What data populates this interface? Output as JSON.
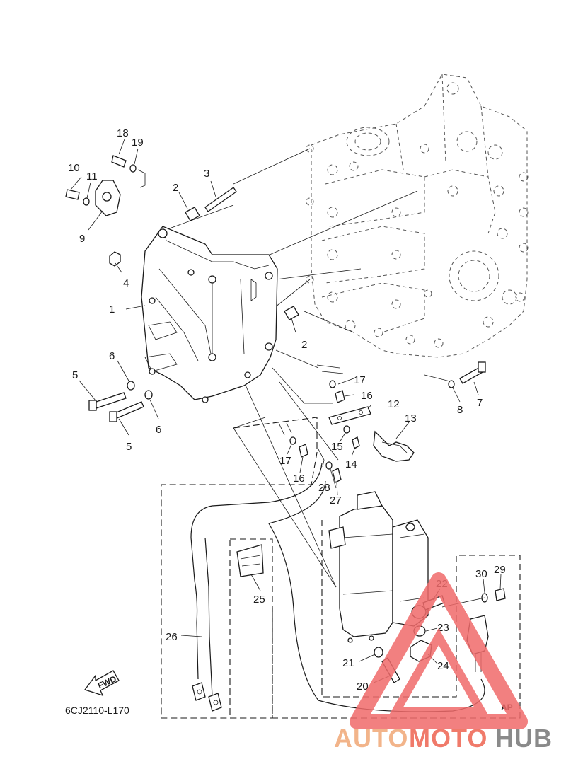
{
  "diagram": {
    "code": "6CJ2110-L170",
    "area_mark": "AP",
    "direction_label": "FWD"
  },
  "callouts": [
    {
      "id": "c1",
      "text": "1"
    },
    {
      "id": "c2a",
      "text": "2"
    },
    {
      "id": "c2b",
      "text": "2"
    },
    {
      "id": "c3",
      "text": "3"
    },
    {
      "id": "c4",
      "text": "4"
    },
    {
      "id": "c5a",
      "text": "5"
    },
    {
      "id": "c5b",
      "text": "5"
    },
    {
      "id": "c6a",
      "text": "6"
    },
    {
      "id": "c6b",
      "text": "6"
    },
    {
      "id": "c7",
      "text": "7"
    },
    {
      "id": "c8",
      "text": "8"
    },
    {
      "id": "c9",
      "text": "9"
    },
    {
      "id": "c10",
      "text": "10"
    },
    {
      "id": "c11",
      "text": "11"
    },
    {
      "id": "c12",
      "text": "12"
    },
    {
      "id": "c13",
      "text": "13"
    },
    {
      "id": "c14",
      "text": "14"
    },
    {
      "id": "c15",
      "text": "15"
    },
    {
      "id": "c16a",
      "text": "16"
    },
    {
      "id": "c16b",
      "text": "16"
    },
    {
      "id": "c17a",
      "text": "17"
    },
    {
      "id": "c17b",
      "text": "17"
    },
    {
      "id": "c18",
      "text": "18"
    },
    {
      "id": "c19",
      "text": "19"
    },
    {
      "id": "c20",
      "text": "20"
    },
    {
      "id": "c21",
      "text": "21"
    },
    {
      "id": "c22",
      "text": "22"
    },
    {
      "id": "c23",
      "text": "23"
    },
    {
      "id": "c24",
      "text": "24"
    },
    {
      "id": "c25",
      "text": "25"
    },
    {
      "id": "c26",
      "text": "26"
    },
    {
      "id": "c27",
      "text": "27"
    },
    {
      "id": "c28",
      "text": "28"
    },
    {
      "id": "c29",
      "text": "29"
    },
    {
      "id": "c30",
      "text": "30"
    }
  ],
  "watermark": {
    "part1": "AUTO",
    "part2": "MOTO",
    "part3": "HUB",
    "color1": "#f2b48a",
    "color2": "#f07a6a",
    "color3": "#8a8a8a",
    "logo_color": "#f06a6a"
  }
}
